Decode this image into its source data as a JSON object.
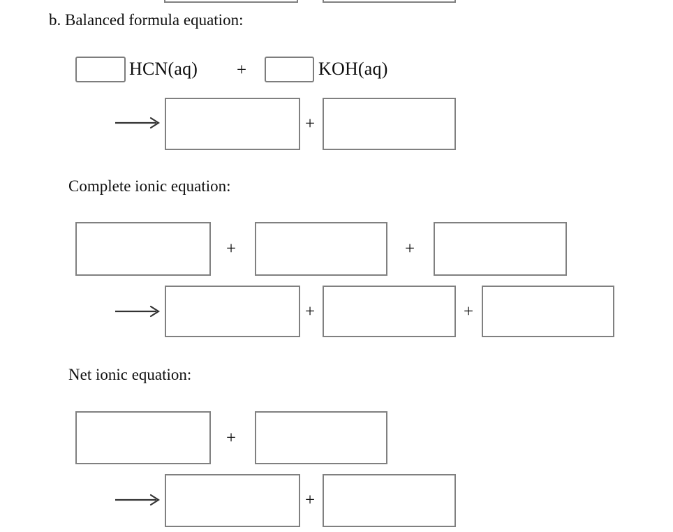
{
  "worksheet": {
    "part_label": "b. Balanced formula equation:",
    "section_complete_ionic": "Complete ionic equation:",
    "section_net_ionic": "Net ionic equation:",
    "reagents": {
      "first": "HCN(aq)",
      "second": "KOH(aq)"
    },
    "plus_sign": "+",
    "arrow_icon": "reaction-arrow-icon",
    "colors": {
      "box_border": "#808080",
      "text": "#111111",
      "background": "#ffffff",
      "arrow": "#333333"
    },
    "boxes": {
      "top_partial": [
        {
          "name": "previous-answer-box-1",
          "value": ""
        },
        {
          "name": "previous-answer-box-2",
          "value": ""
        }
      ],
      "balanced_formula": {
        "coefficient_1": "",
        "coefficient_2": "",
        "product_1": "",
        "product_2": ""
      },
      "complete_ionic": {
        "reactant_1": "",
        "reactant_2": "",
        "reactant_3": "",
        "product_1": "",
        "product_2": "",
        "product_3": ""
      },
      "net_ionic": {
        "reactant_1": "",
        "reactant_2": "",
        "product_1": "",
        "product_2": ""
      }
    }
  }
}
